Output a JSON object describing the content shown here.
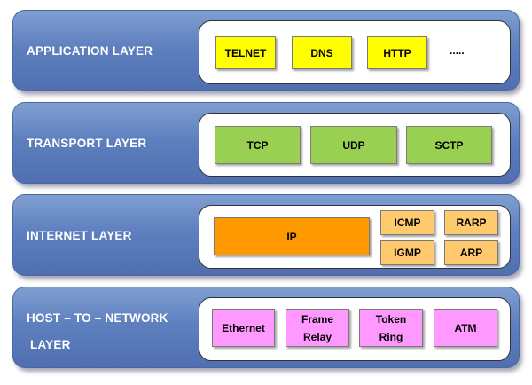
{
  "layers": [
    {
      "name": "APPLICATION LAYER",
      "protocols": [
        "TELNET",
        "DNS",
        "HTTP"
      ],
      "more": "....."
    },
    {
      "name": "TRANSPORT LAYER",
      "protocols": [
        "TCP",
        "UDP",
        "SCTP"
      ]
    },
    {
      "name": "INTERNET LAYER",
      "protocols": [
        "IP",
        "ICMP",
        "RARP",
        "IGMP",
        "ARP"
      ]
    },
    {
      "name_lines": [
        "HOST – TO – NETWORK",
        "LAYER"
      ],
      "protocols": [
        {
          "lines": [
            "Ethernet"
          ]
        },
        {
          "lines": [
            "Frame",
            "Relay"
          ]
        },
        {
          "lines": [
            "Token",
            "Ring"
          ]
        },
        {
          "lines": [
            "ATM"
          ]
        }
      ]
    }
  ],
  "colors": {
    "layer_band": "#5f80bf",
    "application": "#ffff00",
    "transport": "#99d052",
    "internet_ip": "#ff9900",
    "internet_other": "#ffca6e",
    "host_to_network": "#ff99ff"
  }
}
